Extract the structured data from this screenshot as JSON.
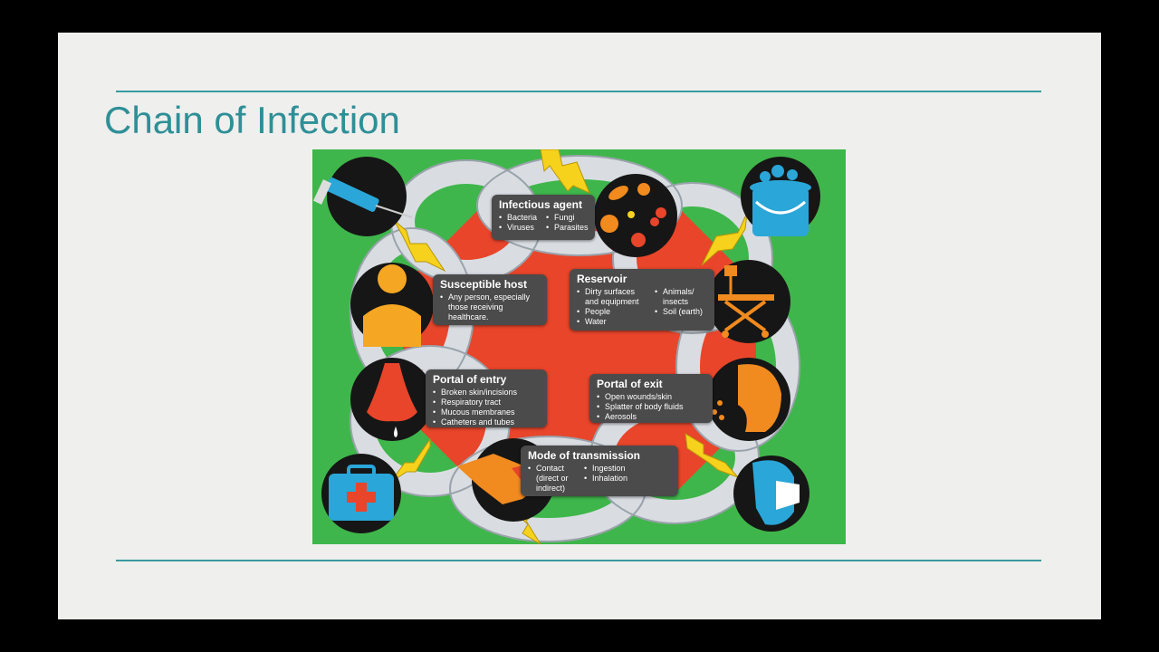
{
  "slide": {
    "title": "Chain of Infection"
  },
  "diagram": {
    "infectious_agent": {
      "title": "Infectious agent",
      "col1": [
        "Bacteria",
        "Viruses"
      ],
      "col2": [
        "Fungi",
        "Parasites"
      ]
    },
    "reservoir": {
      "title": "Reservoir",
      "col1": [
        "Dirty surfaces and equipment",
        "People",
        "Water"
      ],
      "col2": [
        "Animals/ insects",
        "Soil (earth)"
      ]
    },
    "portal_of_exit": {
      "title": "Portal of exit",
      "items": [
        "Open wounds/skin",
        "Splatter of body fluids",
        "Aerosols"
      ]
    },
    "mode_of_transmission": {
      "title": "Mode of transmission",
      "col1": [
        "Contact (direct or indirect)"
      ],
      "col2": [
        "Ingestion",
        "Inhalation"
      ]
    },
    "portal_of_entry": {
      "title": "Portal of entry",
      "items": [
        "Broken skin/incisions",
        "Respiratory tract",
        "Mucous membranes",
        "Catheters and tubes"
      ]
    },
    "susceptible_host": {
      "title": "Susceptible host",
      "items": [
        "Any person, especially those receiving healthcare."
      ]
    },
    "colors": {
      "background": "#3fb64b",
      "octagon": "#e8452a",
      "chain": "#d9dde2",
      "box": "#4b4b4b",
      "accent_orange": "#f18a1f",
      "accent_blue": "#2aa6d8",
      "title_teal": "#2f8f97",
      "lightning": "#f6d21c"
    }
  }
}
